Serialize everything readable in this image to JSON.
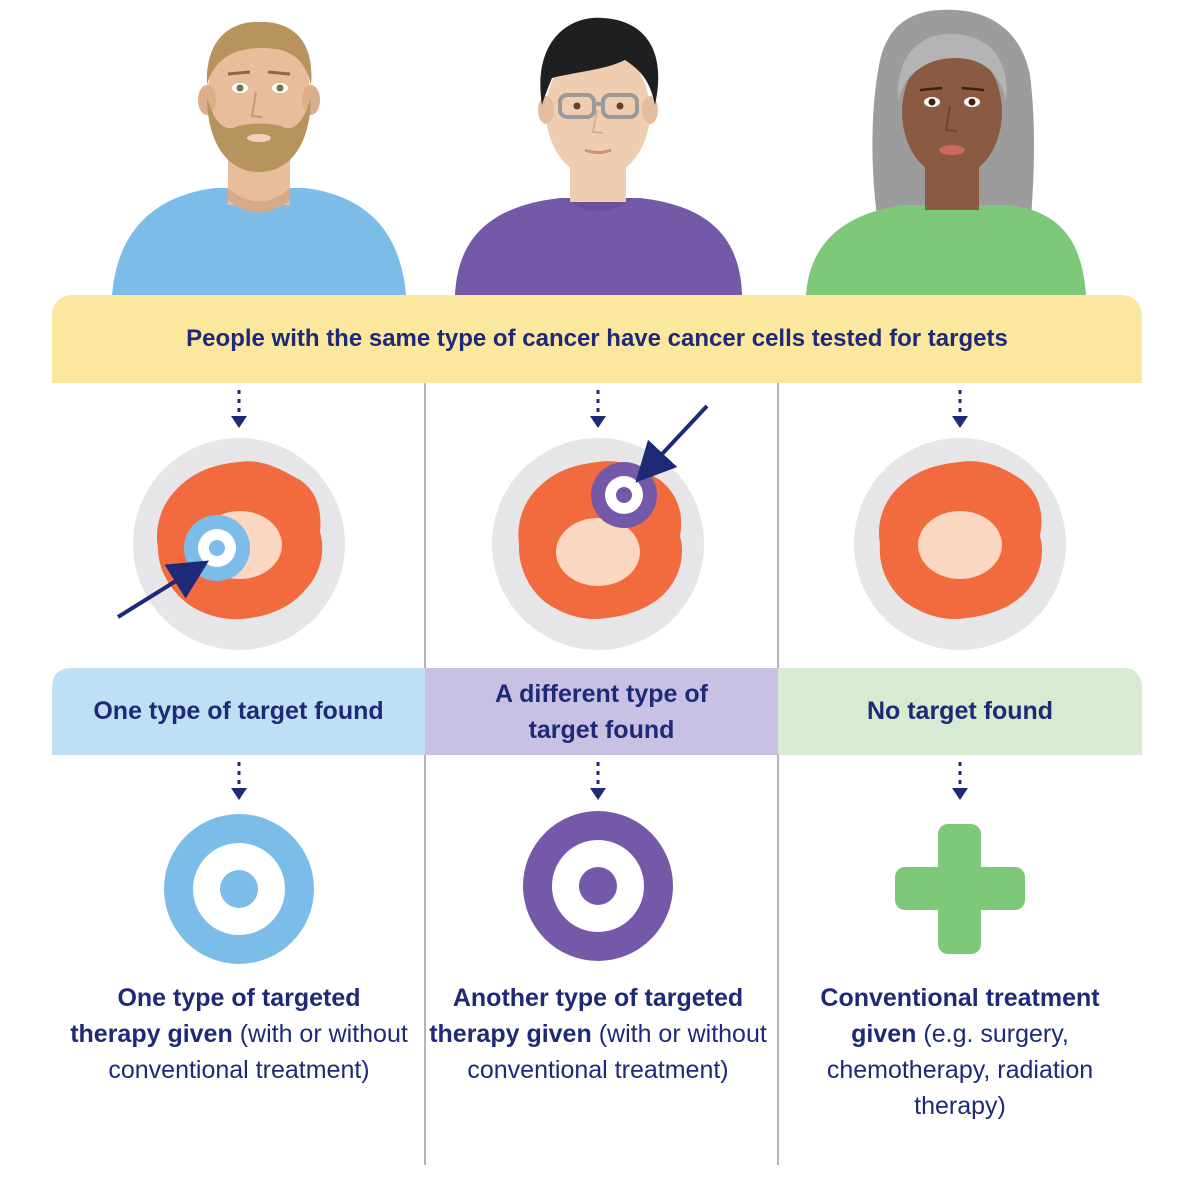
{
  "header": {
    "banner_text": "People with the same type of cancer have cancer cells tested for targets"
  },
  "columns": [
    {
      "result_label": "One type of target found",
      "treatment_bold": "One type of targeted therapy given",
      "treatment_rest": " (with or without conventional treatment)",
      "shirt_color": "#7bbde8",
      "result_color": "#bfe0f4",
      "target_color": "#7bbde8"
    },
    {
      "result_label": "A different type of target found",
      "treatment_bold": "Another type of targeted therapy given",
      "treatment_rest": " (with or without conventional treatment)",
      "shirt_color": "#7459a8",
      "result_color": "#c9c1e3",
      "target_color": "#7459a8"
    },
    {
      "result_label": "No target found",
      "treatment_bold": "Conventional treatment given",
      "treatment_rest": " (e.g. surgery, chemotherapy, radiation therapy)",
      "shirt_color": "#7ec87a",
      "result_color": "#d6ebd2",
      "target_color": "#7ec87a"
    }
  ],
  "colors": {
    "navy": "#1e2a78",
    "banner_yellow": "#fbe89e",
    "cell_orange": "#f26b3f",
    "nucleus": "#fbd6c0",
    "cell_ring": "#e6e6e8",
    "divider": "#b5b5b5"
  },
  "icons": {
    "column1_result": "target-icon",
    "column2_result": "target-icon",
    "column3_result": "plus-icon"
  }
}
